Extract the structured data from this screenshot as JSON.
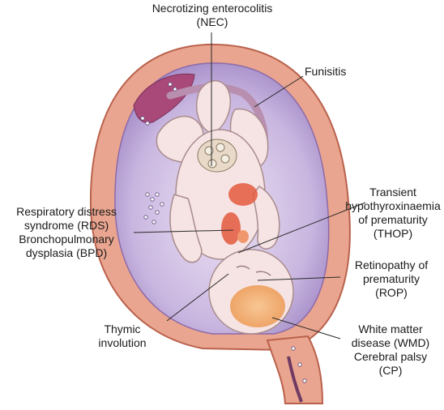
{
  "labels": {
    "nec": [
      "Necrotizing enterocolitis",
      "(NEC)"
    ],
    "funisitis": [
      "Funisitis"
    ],
    "rds_bpd": [
      "Respiratory distress",
      "syndrome (RDS)",
      "Bronchopulmonary",
      "dysplasia (BPD)"
    ],
    "thop": [
      "Transient",
      "hypothyroxinaemia",
      "of",
      "prematurity",
      "(THOP)"
    ],
    "rop": [
      "Retinopathy of",
      "prematurity",
      "(ROP)"
    ],
    "thymic": [
      "Thymic",
      "involution"
    ],
    "wmd_cp": [
      "White matter",
      "disease (WMD)",
      "Cerebral palsy",
      "(CP)"
    ]
  },
  "colors": {
    "uterus_wall": "#e9a58f",
    "uterus_outline": "#b9614c",
    "amniotic_cavity": "#c9b6e0",
    "fetus_skin": "#f6e3e3",
    "brain_damage": "#f0a45e",
    "organ_red": "#e45a3e",
    "leader_line": "#2a2a2a"
  }
}
